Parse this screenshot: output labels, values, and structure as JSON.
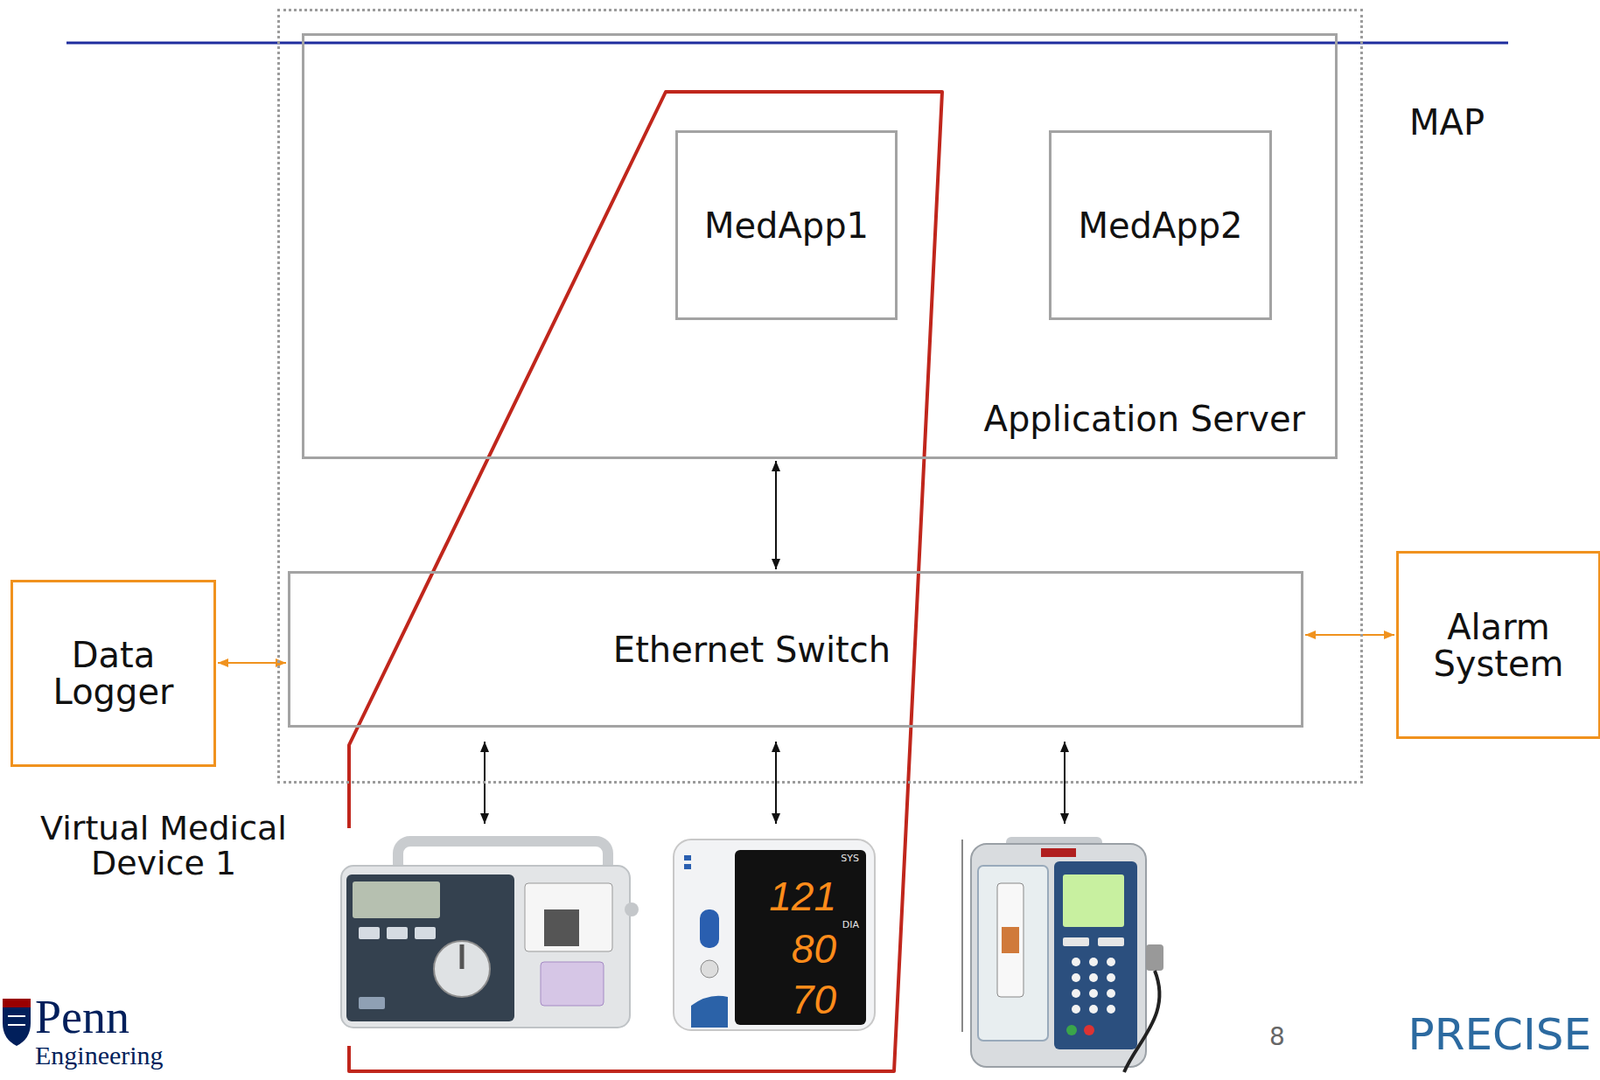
{
  "diagram": {
    "nodes": [
      {
        "text": [
          "MAP"
        ]
      },
      {
        "text": [
          "Application Server"
        ],
        "in": 0
      },
      {
        "text": [
          "MedApp1"
        ],
        "in": 1
      },
      {
        "text": [
          "MedApp2"
        ],
        "in": 1
      },
      {
        "text": [
          "Ethernet Switch"
        ],
        "in": 0
      },
      {
        "text": [
          "Data Logger"
        ]
      },
      {
        "text": [
          "Alarm System"
        ]
      }
    ],
    "edges": [
      {
        "from": 1,
        "to": 4,
        "arrow": "both"
      },
      {
        "from": 5,
        "to": 4,
        "arrow": "both"
      },
      {
        "from": 4,
        "to": 6,
        "arrow": "both"
      }
    ],
    "labels": [
      "Virtual Medical Device 1",
      "SYS",
      "121",
      "DIA",
      "80",
      "70",
      "8",
      "Penn",
      "Engineering",
      "PRECISE"
    ]
  }
}
